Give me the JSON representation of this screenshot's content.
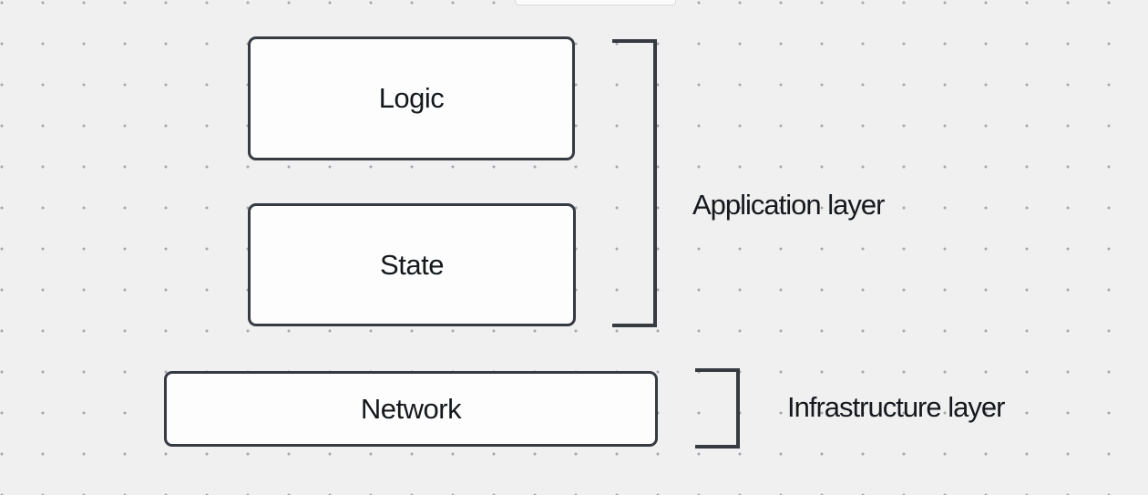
{
  "theme": {
    "canvas_background": "#f0f0f1",
    "dot_color": "#a7a7af",
    "stroke_color": "#363b42",
    "shape_fill": "#fdfdfd",
    "text_color": "#15181c"
  },
  "nodes": [
    {
      "id": "logic",
      "label": "Logic"
    },
    {
      "id": "state",
      "label": "State"
    },
    {
      "id": "network",
      "label": "Network"
    }
  ],
  "groups": [
    {
      "id": "application",
      "label": "Application layer",
      "contains": [
        "Logic",
        "State"
      ]
    },
    {
      "id": "infrastructure",
      "label": "Infrastructure layer",
      "contains": [
        "Network"
      ]
    }
  ]
}
